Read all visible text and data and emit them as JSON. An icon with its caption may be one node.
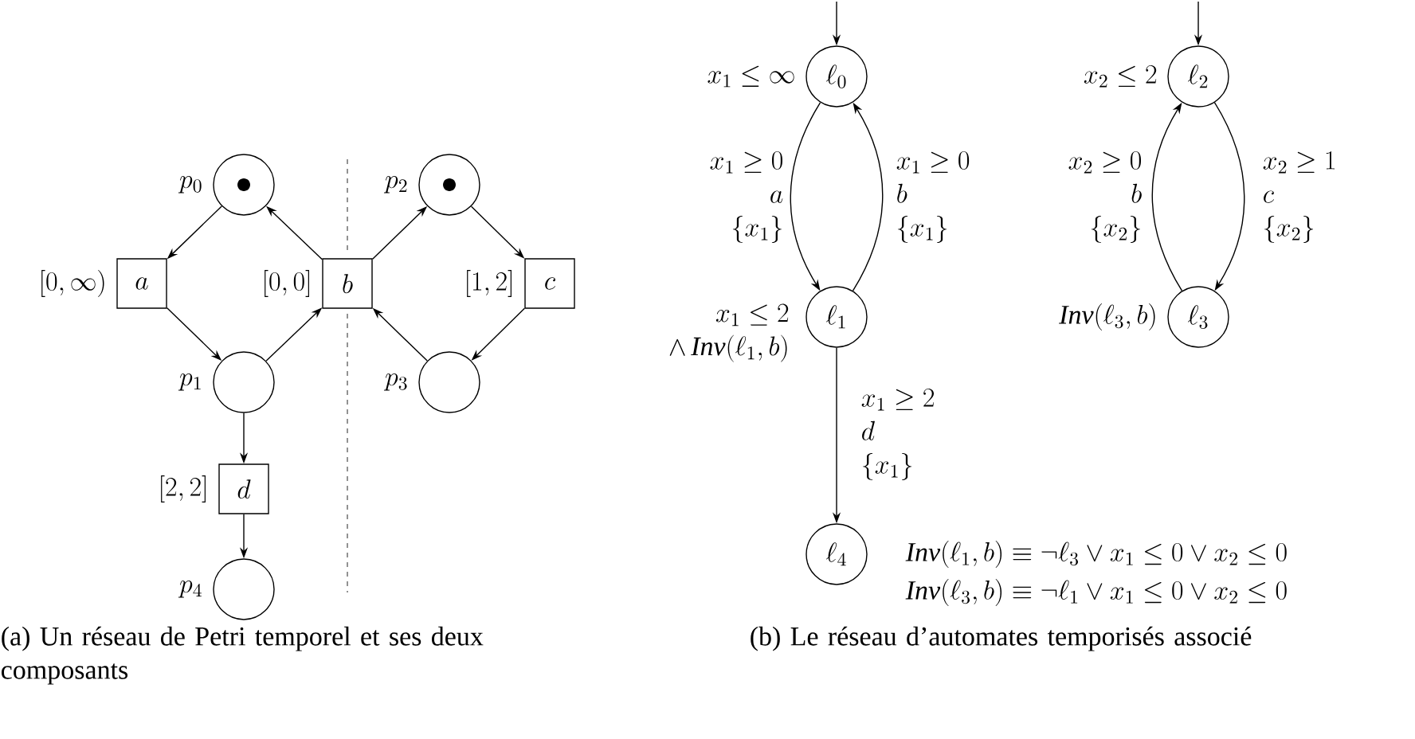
{
  "diagram": {
    "nodes": [
      {
        "text": [],
        "shape": "circle",
        "beside": [
          "p_0"
        ]
      },
      {
        "text": [],
        "shape": "circle",
        "beside": [
          "p_2"
        ]
      },
      {
        "text": [
          "a"
        ],
        "beside": [
          "[0,\\infty)"
        ]
      },
      {
        "text": [
          "b"
        ],
        "beside": [
          "[0,0]"
        ]
      },
      {
        "text": [
          "c"
        ],
        "beside": [
          "[1,2]"
        ]
      },
      {
        "text": [],
        "shape": "circle",
        "beside": [
          "p_1"
        ]
      },
      {
        "text": [],
        "shape": "circle",
        "beside": [
          "p_3"
        ]
      },
      {
        "text": [
          "d"
        ],
        "beside": [
          "[2,2]"
        ]
      },
      {
        "text": [],
        "shape": "circle",
        "beside": [
          "p_4"
        ]
      },
      {
        "text": [
          "\\ell_0"
        ],
        "beside": [
          "x_1 \\leq \\infty"
        ]
      },
      {
        "text": [
          "\\ell_2"
        ],
        "beside": [
          "x_2 \\leq 2"
        ]
      },
      {
        "text": [
          "\\ell_1"
        ],
        "beside": [
          "\\begin{array}{r} x_1 \\leq 2\\\\ \\wedge\\, \\mathit{Inv}(\\ell_1,b)\\end{array}"
        ]
      },
      {
        "text": [
          "\\ell_3"
        ],
        "beside": [
          "\\mathit{Inv}(\\ell_3,b)"
        ]
      },
      {
        "text": [
          "\\ell_4"
        ]
      }
    ],
    "edges": [
      {
        "from": 0,
        "to": 2,
        "arrow": "to"
      },
      {
        "from": 2,
        "to": 5,
        "arrow": "to"
      },
      {
        "from": 5,
        "to": 3,
        "arrow": "to"
      },
      {
        "from": 3,
        "to": 0,
        "arrow": "to"
      },
      {
        "from": 3,
        "to": 1,
        "arrow": "to"
      },
      {
        "from": 1,
        "to": 4,
        "arrow": "to"
      },
      {
        "from": 4,
        "to": 6,
        "arrow": "to"
      },
      {
        "from": 6,
        "to": 3,
        "arrow": "to"
      },
      {
        "from": 5,
        "to": 7,
        "arrow": "to"
      },
      {
        "from": 7,
        "to": 8,
        "arrow": "to"
      },
      {
        "from": null,
        "to": 9,
        "arrow": "to"
      },
      {
        "from": null,
        "to": 10,
        "arrow": "to"
      },
      {
        "from": 9,
        "to": 11,
        "arrow": "to",
        "label": "\\begin{array}{r} x_1 \\geq 0\\\\ a\\\\ \\{x_1\\}\\end{array}"
      },
      {
        "from": 11,
        "to": 9,
        "arrow": "to",
        "label": "\\begin{array}{l} x_1 \\geq 0\\\\ b\\\\ \\{x_1\\}\\end{array}"
      },
      {
        "from": 12,
        "to": 10,
        "arrow": "to",
        "label": "\\begin{array}{r} x_2 \\geq 0\\\\ b\\\\ \\{x_2\\}\\end{array}"
      },
      {
        "from": 10,
        "to": 12,
        "arrow": "to",
        "label": "\\begin{array}{l} x_2 \\geq 1\\\\ c\\\\ \\{x_2\\}\\end{array}"
      },
      {
        "from": 11,
        "to": 13,
        "arrow": "to",
        "label": "\\begin{array}{l} x_1 \\geq 2\\\\ d\\\\ \\{x_1\\}\\end{array}"
      }
    ],
    "labels": [
      "\\mathit{Inv}(\\ell_1,b) \\equiv \\neg\\ell_3 \\vee x_1 \\leq 0 \\vee x_2 \\leq 0",
      "\\mathit{Inv}(\\ell_3,b) \\equiv \\neg\\ell_1 \\vee x_1 \\leq 0 \\vee x_2 \\leq 0",
      "(a) Un réseau de Petri temporel et ses deux composants",
      "(b) Le réseau d’automates temporisés associé"
    ]
  }
}
